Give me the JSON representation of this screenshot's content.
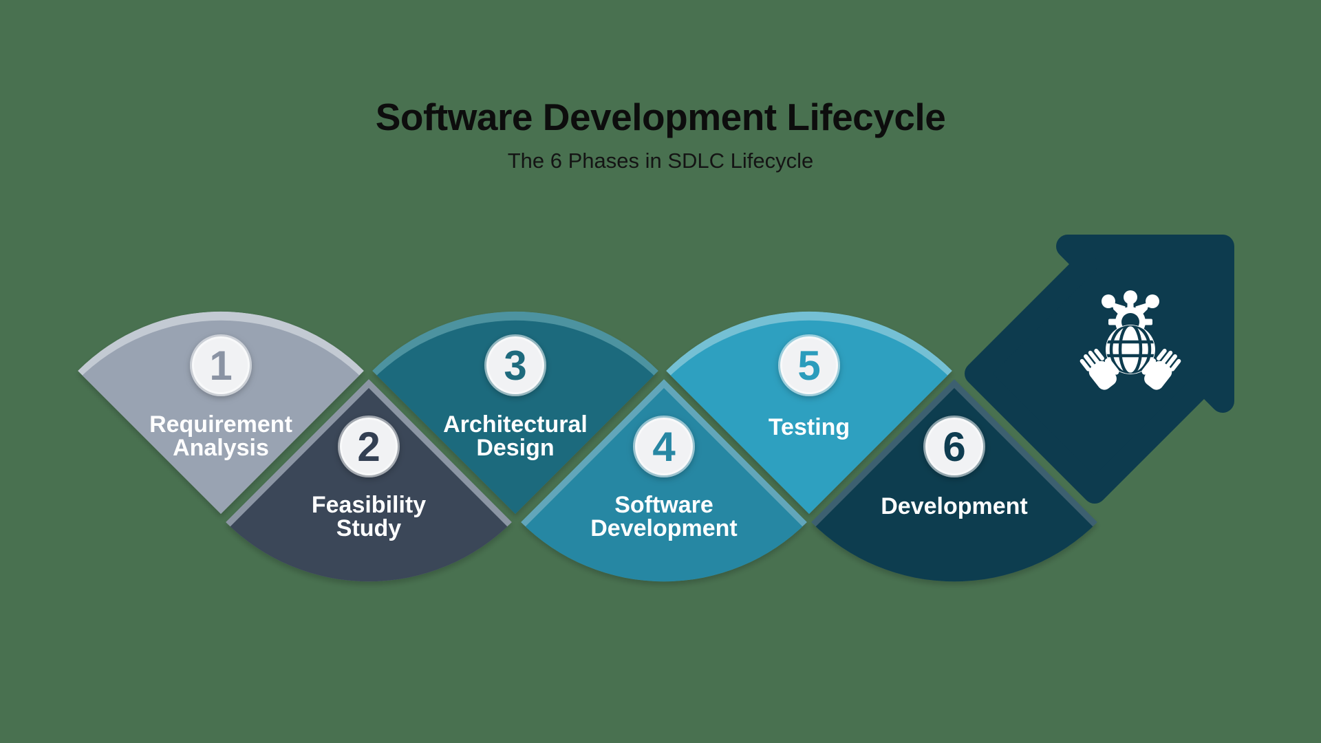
{
  "title": "Software Development Lifecycle",
  "subtitle": "The 6 Phases in SDLC Lifecycle",
  "colors": {
    "background": "#497150",
    "title_text": "#0D0D0D",
    "label_text": "#FFFFFF",
    "badge_fill": "#F1F2F4"
  },
  "phases": [
    {
      "number": "1",
      "label_lines": [
        "Requirement",
        "Analysis"
      ],
      "fill": "#99A3B2",
      "rim": "#C3CAD3",
      "number_color": "#8A93A3"
    },
    {
      "number": "2",
      "label_lines": [
        "Feasibility",
        "Study"
      ],
      "fill": "#3A4759",
      "rim": "#8C96A4",
      "number_color": "#333F52"
    },
    {
      "number": "3",
      "label_lines": [
        "Architectural",
        "Design"
      ],
      "fill": "#1E6A7D",
      "rim": "#4E93A0",
      "number_color": "#1E6A7D"
    },
    {
      "number": "4",
      "label_lines": [
        "Software",
        "Development"
      ],
      "fill": "#2787A3",
      "rim": "#62A6BA",
      "number_color": "#2787A3"
    },
    {
      "number": "5",
      "label_lines": [
        "Testing"
      ],
      "fill": "#2FA0C0",
      "rim": "#74C0D4",
      "number_color": "#2B9CBC"
    },
    {
      "number": "6",
      "label_lines": [
        "Development"
      ],
      "fill": "#0E3C50",
      "rim": "#3D616F",
      "number_color": "#0E3C50"
    }
  ],
  "arrow": {
    "color": "#0D3B4E",
    "icon": "hands-holding-tech-globe-icon",
    "icon_color": "#FFFFFF"
  }
}
